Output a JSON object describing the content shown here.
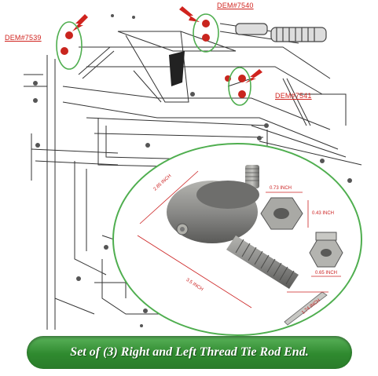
{
  "callouts": {
    "left": "DEM#7539",
    "top": "DEM#7540",
    "right": "DEM#7541"
  },
  "dimensions": {
    "head_diameter": "2.85 INCH",
    "overall_length": "3.5 INCH",
    "thread_length": "1.74 INCH",
    "nut_width": "0.73 INCH",
    "nut_height": "0.43 INCH",
    "castle_nut_width": "0.65 INCH"
  },
  "banner": {
    "text": "Set of (3) Right and Left Thread Tie Rod End."
  },
  "colors": {
    "callout_red": "#d0231e",
    "highlight_ring": "#4fae4f",
    "banner_green": "#2f8a2f",
    "part_metal": "#8a8a88"
  }
}
